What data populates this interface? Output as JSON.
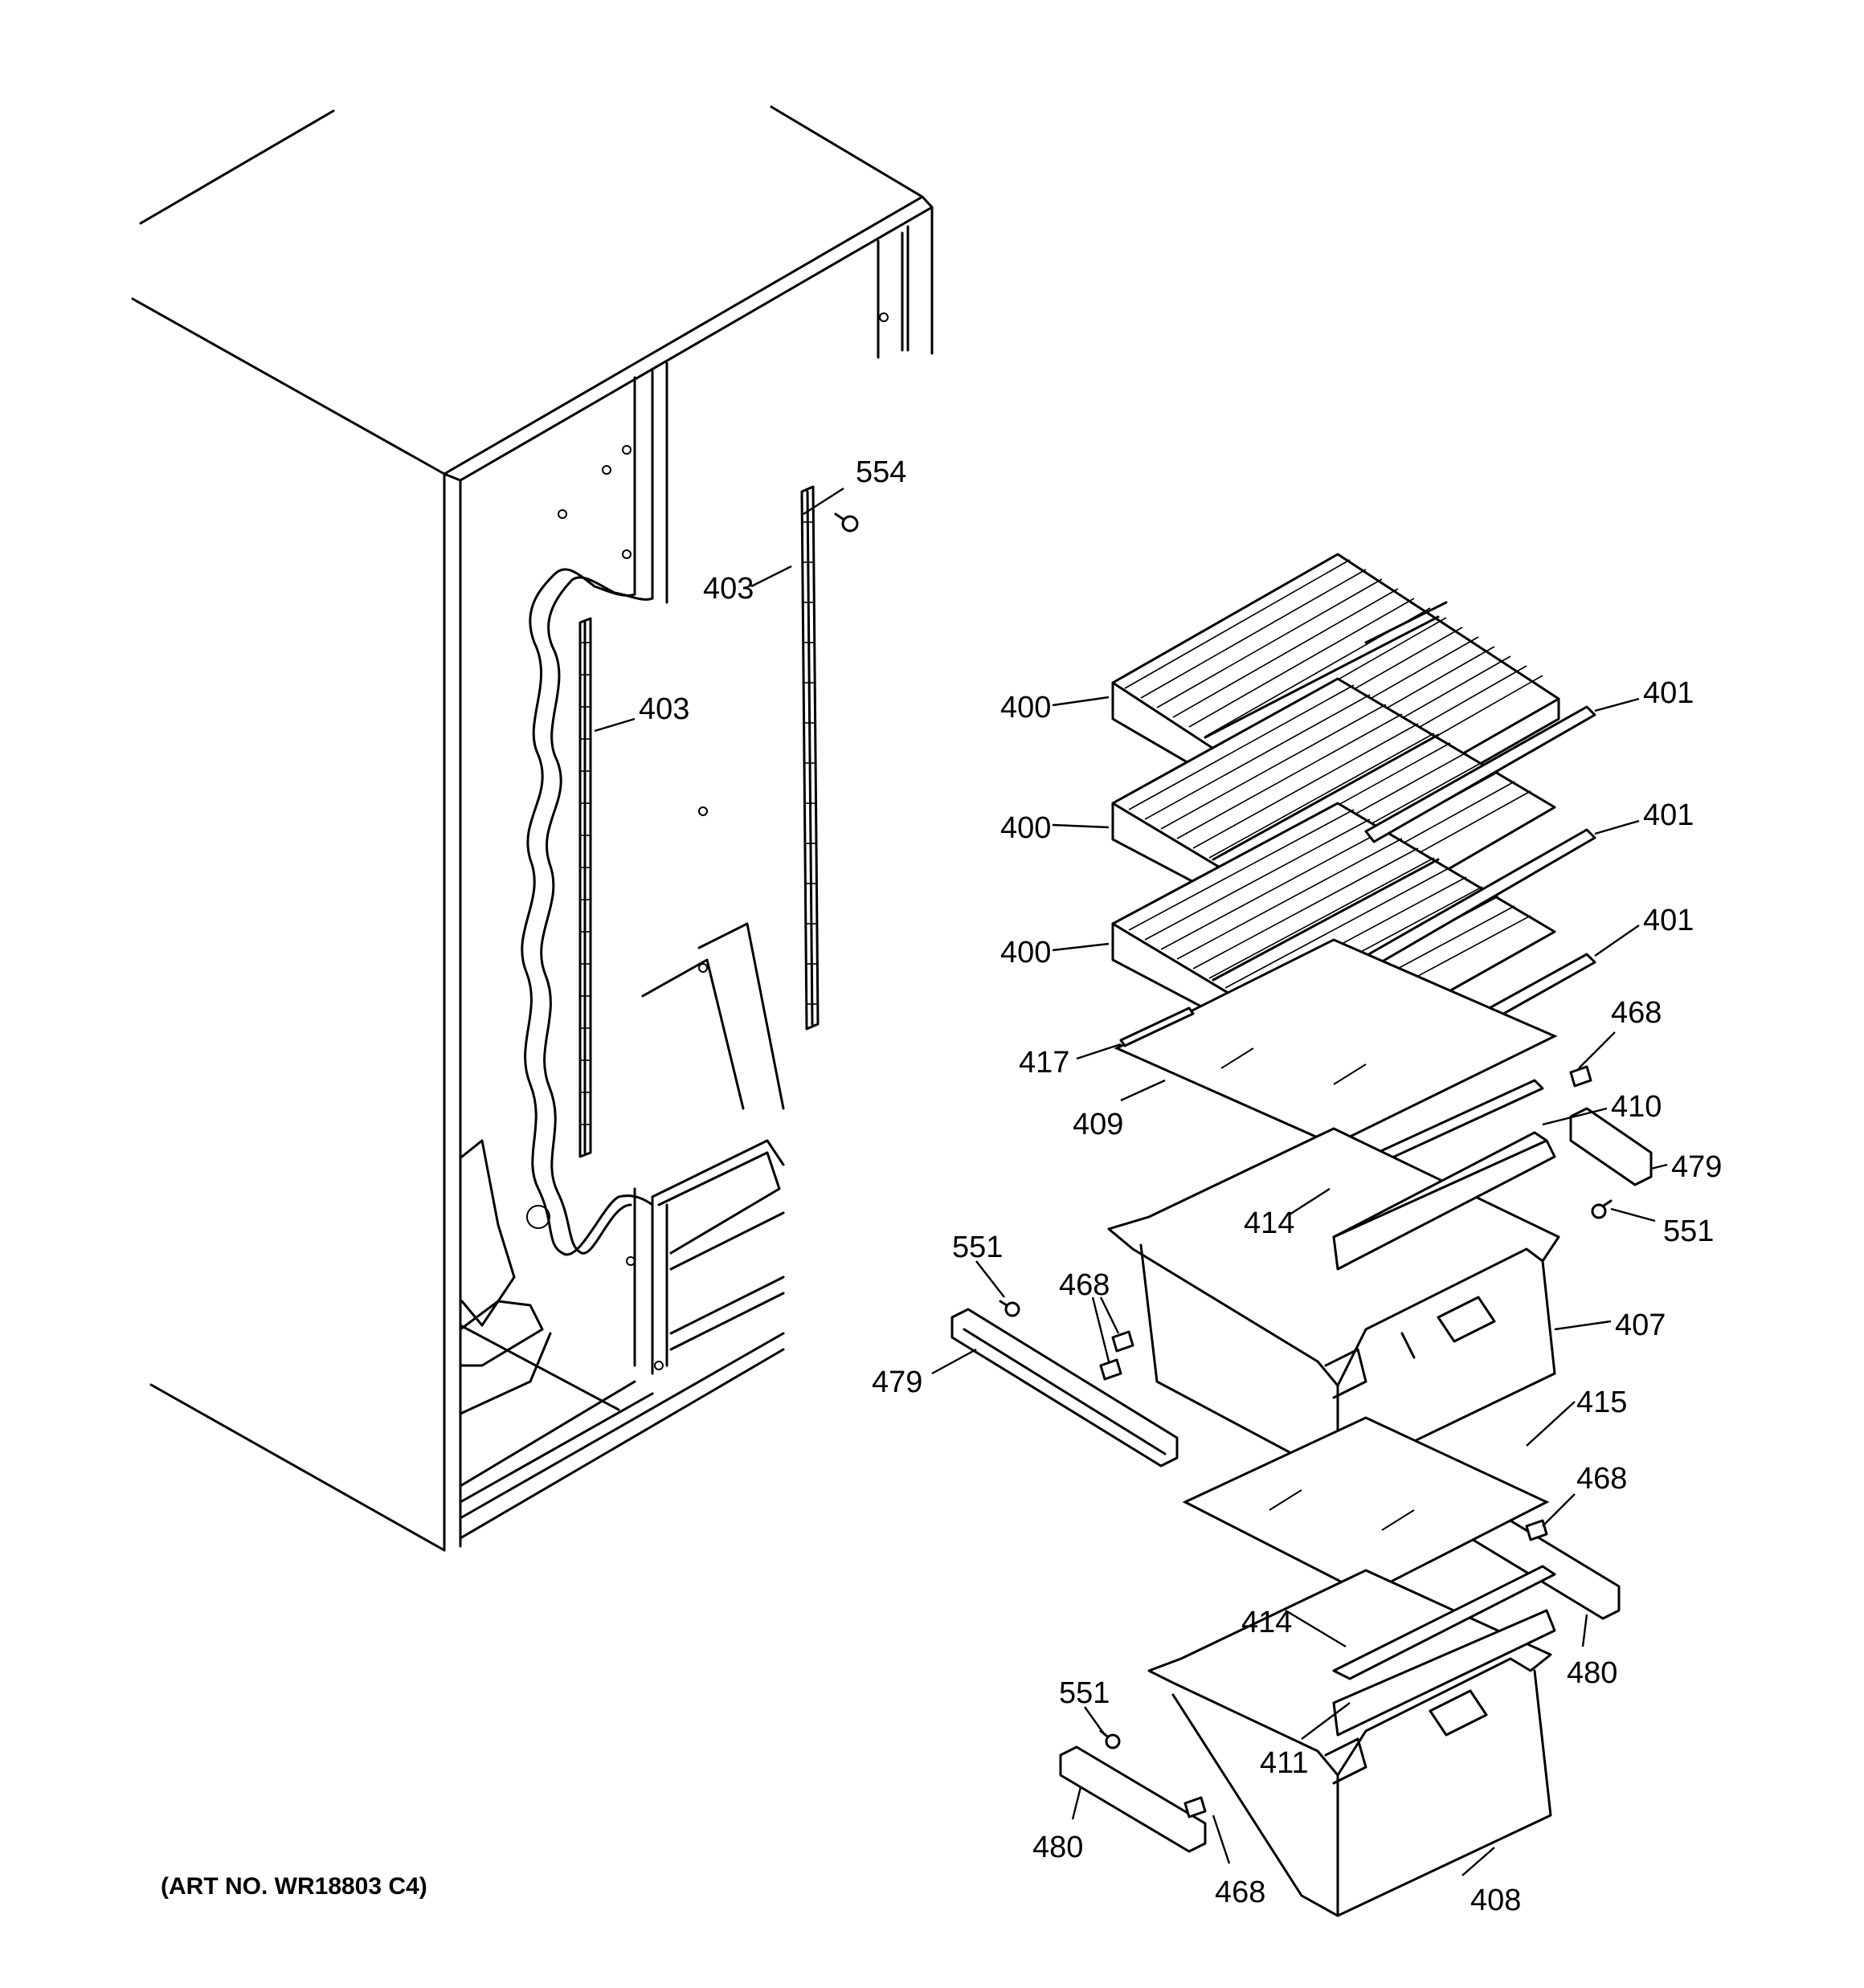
{
  "art_number": "(ART NO. WR18803 C4)",
  "callouts": {
    "c400a": "400",
    "c400b": "400",
    "c400c": "400",
    "c401a": "401",
    "c401b": "401",
    "c401c": "401",
    "c403a": "403",
    "c403b": "403",
    "c554": "554",
    "c417": "417",
    "c409": "409",
    "c468a": "468",
    "c468b": "468",
    "c468c": "468",
    "c468d": "468",
    "c410": "410",
    "c479a": "479",
    "c479b": "479",
    "c551a": "551",
    "c551b": "551",
    "c551c": "551",
    "c414a": "414",
    "c414b": "414",
    "c407": "407",
    "c415": "415",
    "c480a": "480",
    "c480b": "480",
    "c411": "411",
    "c408": "408"
  }
}
